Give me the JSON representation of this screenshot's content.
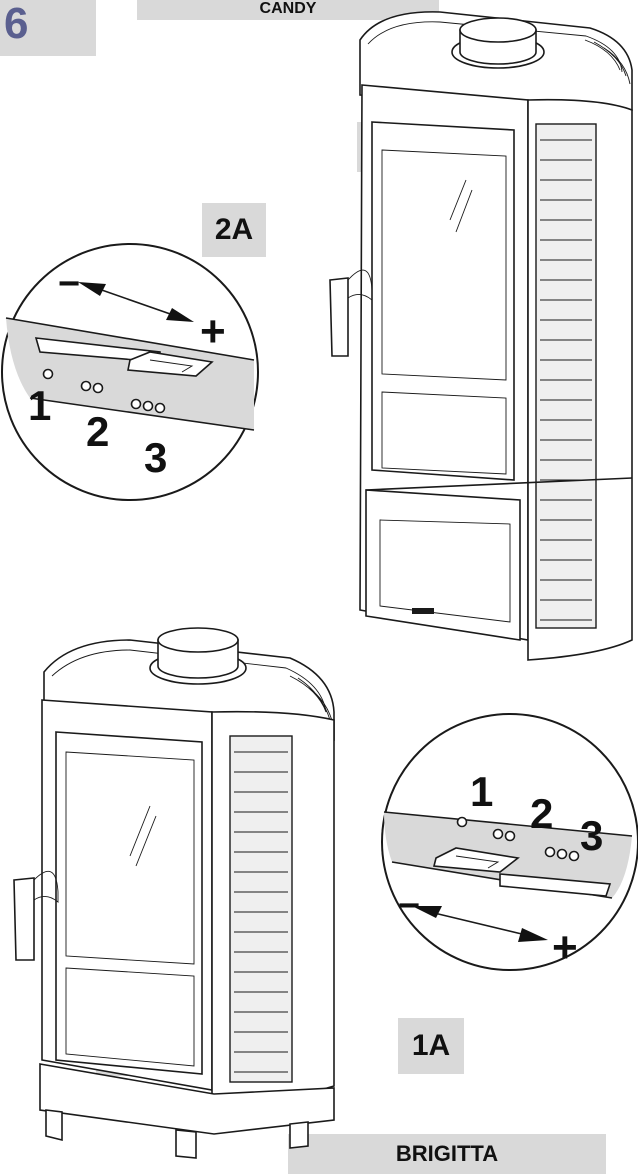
{
  "figure": {
    "step_number": "6",
    "model_top": "CANDY",
    "model_bottom": "BRIGITTA",
    "labels": {
      "top_stove_upper": "2A",
      "top_stove_lower": "1A",
      "top_detail": "2A",
      "bottom_stove_upper": "2A",
      "bottom_stove_lower": "1A",
      "bottom_detail": "1A"
    },
    "detail_top": {
      "minus": "−",
      "plus": "+",
      "positions": [
        "1",
        "2",
        "3"
      ]
    },
    "detail_bottom": {
      "minus": "−",
      "plus": "+",
      "positions": [
        "1",
        "2",
        "3"
      ]
    }
  }
}
